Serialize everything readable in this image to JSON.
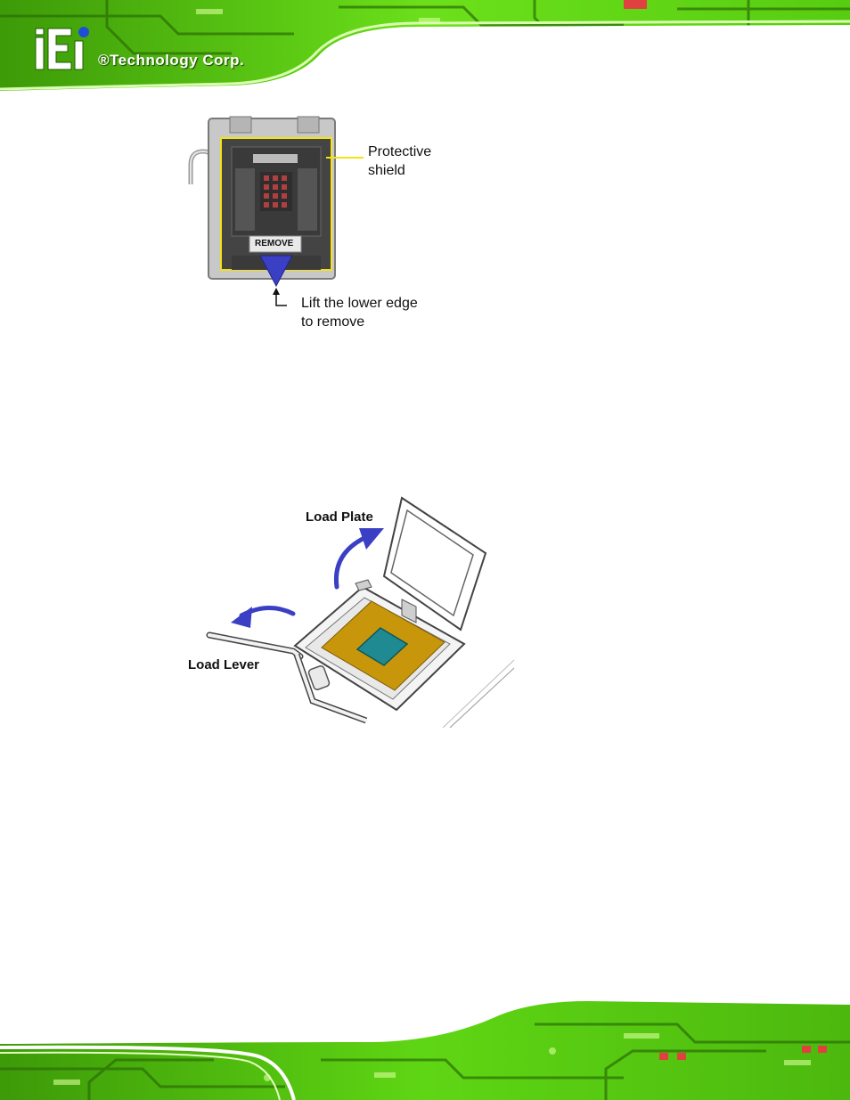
{
  "header": {
    "brand_logo_letters": "iEi",
    "brand_name": "®Technology Corp."
  },
  "figure1": {
    "shield_label_line1": "Protective",
    "shield_label_line2": "shield",
    "remove_tab": "REMOVE",
    "lift_label_line1": "Lift the lower edge",
    "lift_label_line2": "to remove"
  },
  "figure2": {
    "load_plate_label": "Load Plate",
    "load_lever_label": "Load Lever"
  },
  "colors": {
    "pcb_green": "#5fd614",
    "pcb_dark": "#2f7a05",
    "arrow_blue": "#3a3fc4",
    "shield_yellow": "#f3e214",
    "cpu_gold": "#c8960a",
    "die_teal": "#1f8a92"
  }
}
